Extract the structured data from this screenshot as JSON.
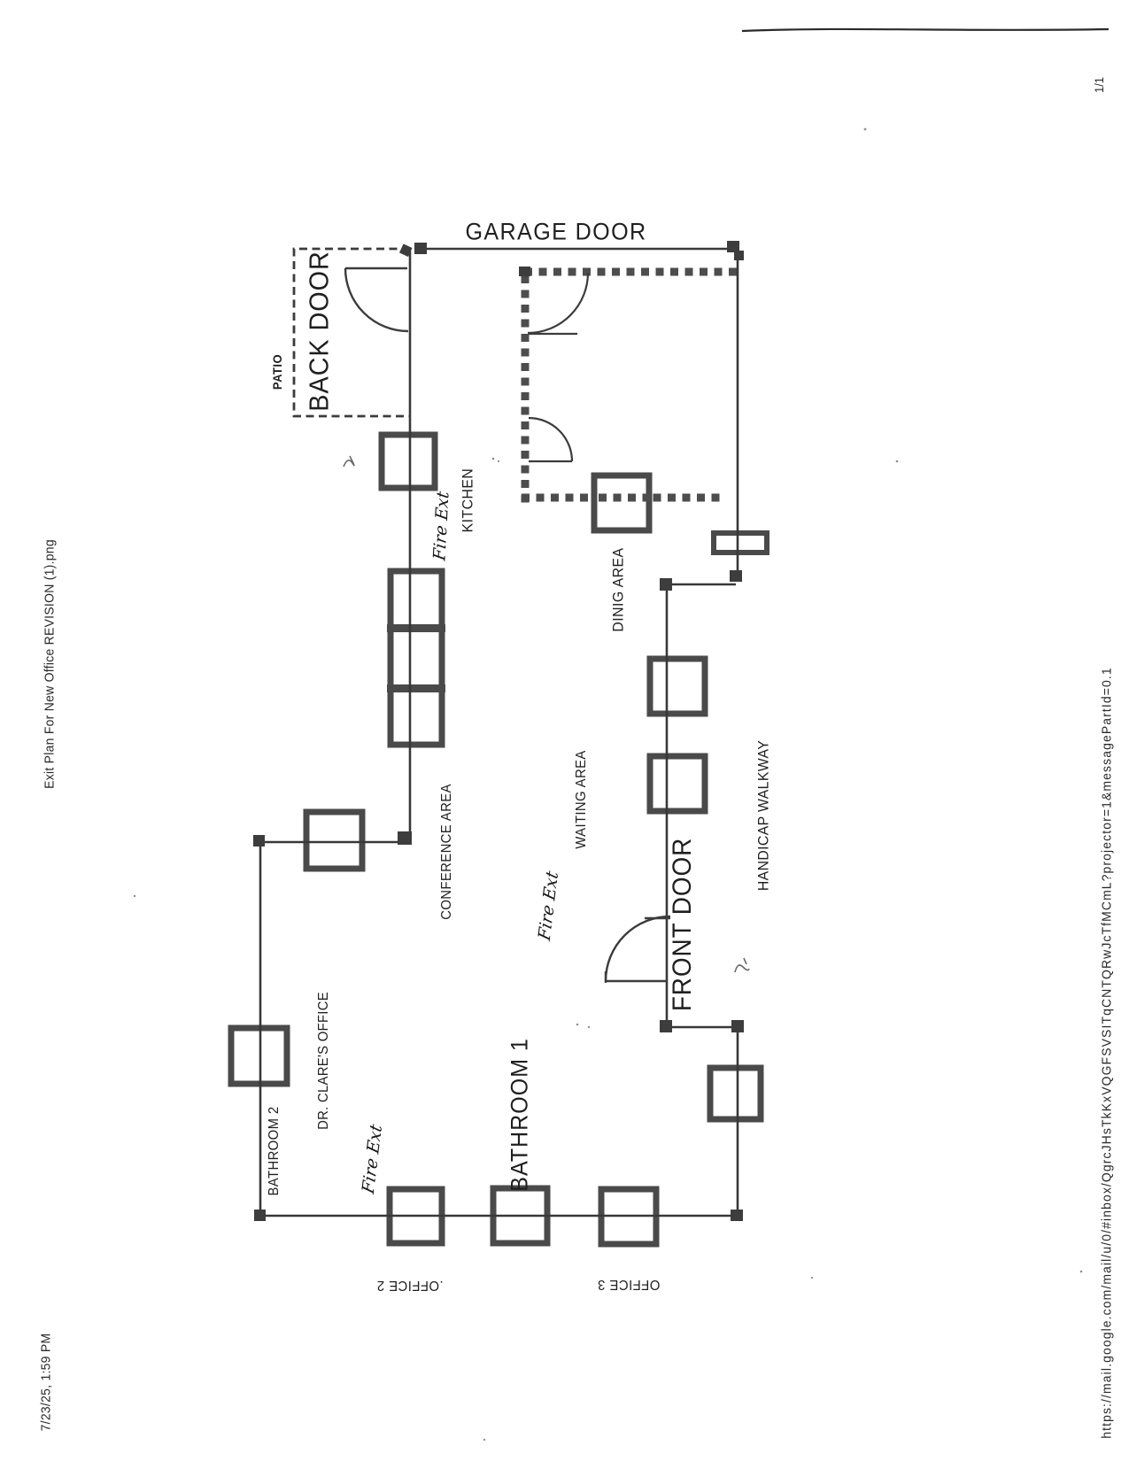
{
  "print_header": {
    "filename": "Exit Plan For New Office REVISION (1).png",
    "datetime": "7/23/25, 1:59 PM",
    "page_number": "1/1",
    "url": "https://mail.google.com/mail/u/0/#inbox/QgrcJHsTkKxVQGFSVSITqCNTQRwJcTfMCmL?projector=1&messagePartId=0.1"
  },
  "floor_plan": {
    "labels": {
      "garage_door": "GARAGE DOOR",
      "patio": "PATIO",
      "back_door": "BACK DOOR",
      "kitchen": "KITCHEN",
      "dining_area": "DINIG AREA",
      "conference_area": "CONFERENCE AREA",
      "waiting_area": "WAITING AREA",
      "handicap_walkway": "HANDICAP WALKWAY",
      "front_door": "FRONT DOOR",
      "dr_clares_office": "DR. CLARE'S OFFICE",
      "bathroom_2": "BATHROOM 2",
      "bathroom_1": "BATHROOM 1",
      "office_2": ".OFFICE 2",
      "office_3": "OFFICE 3",
      "fire_ext_kitchen": "Fire Ext",
      "fire_ext_front": "Fire Ext",
      "fire_ext_office2": "Fire Ext"
    },
    "colors": {
      "ink": "#1f1f1f",
      "wall": "#383838",
      "box_border": "#4a4a4a",
      "dotted_wall": "#4f4f4f"
    }
  }
}
